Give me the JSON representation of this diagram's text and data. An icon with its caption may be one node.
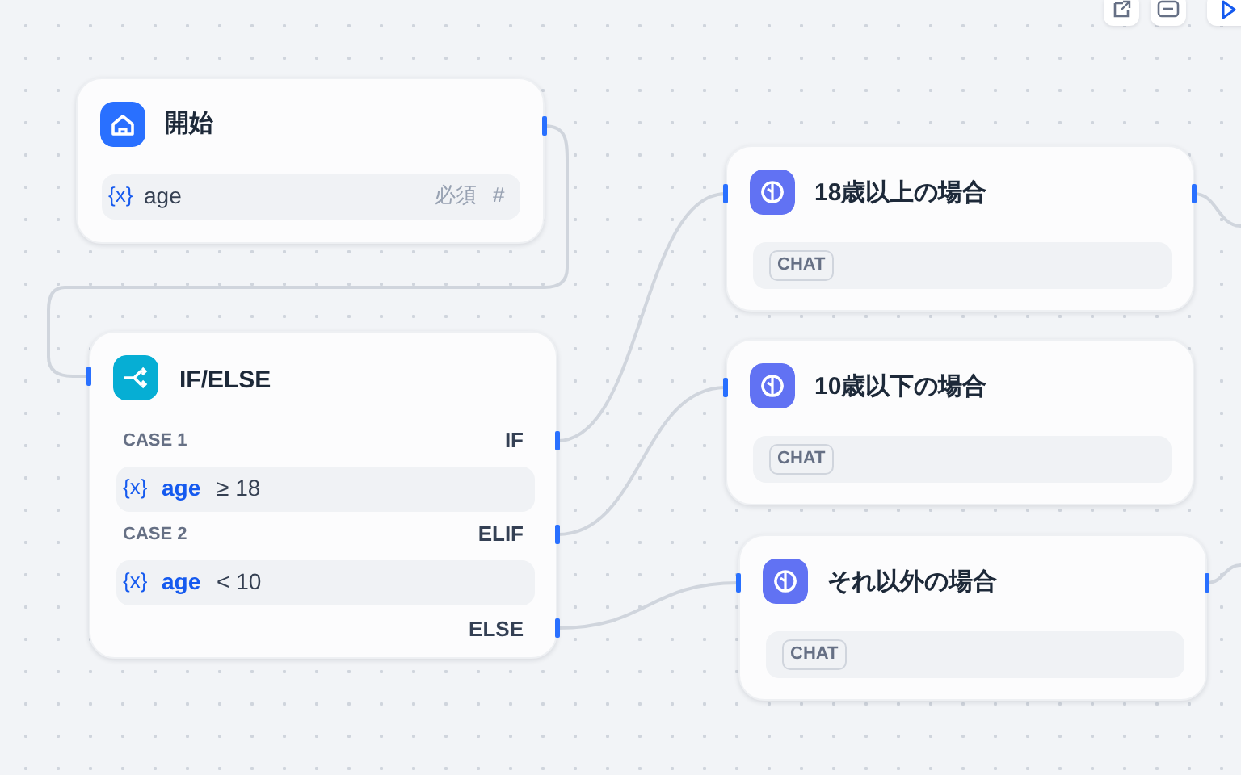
{
  "diagram": {
    "nodes": [
      {
        "text": [
          "開始"
        ]
      },
      {
        "text": [
          "{x}",
          "age",
          "必須",
          "#"
        ],
        "in": 0
      },
      {
        "text": [
          "IF/ELSE",
          "CASE 1",
          "IF",
          "CASE 2",
          "ELIF",
          "ELSE"
        ]
      },
      {
        "text": [
          "{x}",
          "age",
          "≥ 18"
        ],
        "in": 2
      },
      {
        "text": [
          "{x}",
          "age",
          "< 10"
        ],
        "in": 2
      },
      {
        "text": [
          "18歳以上の場合"
        ]
      },
      {
        "text": [
          "CHAT"
        ],
        "in": 5
      },
      {
        "text": [
          "10歳以下の場合"
        ]
      },
      {
        "text": [
          "CHAT"
        ],
        "in": 7
      },
      {
        "text": [
          "それ以外の場合"
        ]
      },
      {
        "text": [
          "CHAT"
        ],
        "in": 9
      }
    ],
    "edges": [
      {
        "from": 0,
        "to": 2,
        "arrow": "none"
      },
      {
        "from": 2,
        "to": 5,
        "arrow": "none"
      },
      {
        "from": 2,
        "to": 7,
        "arrow": "none"
      },
      {
        "from": 2,
        "to": 9,
        "arrow": "none"
      },
      {
        "from": 5,
        "to": null,
        "arrow": "none"
      },
      {
        "from": 9,
        "to": null,
        "arrow": "none"
      }
    ]
  }
}
